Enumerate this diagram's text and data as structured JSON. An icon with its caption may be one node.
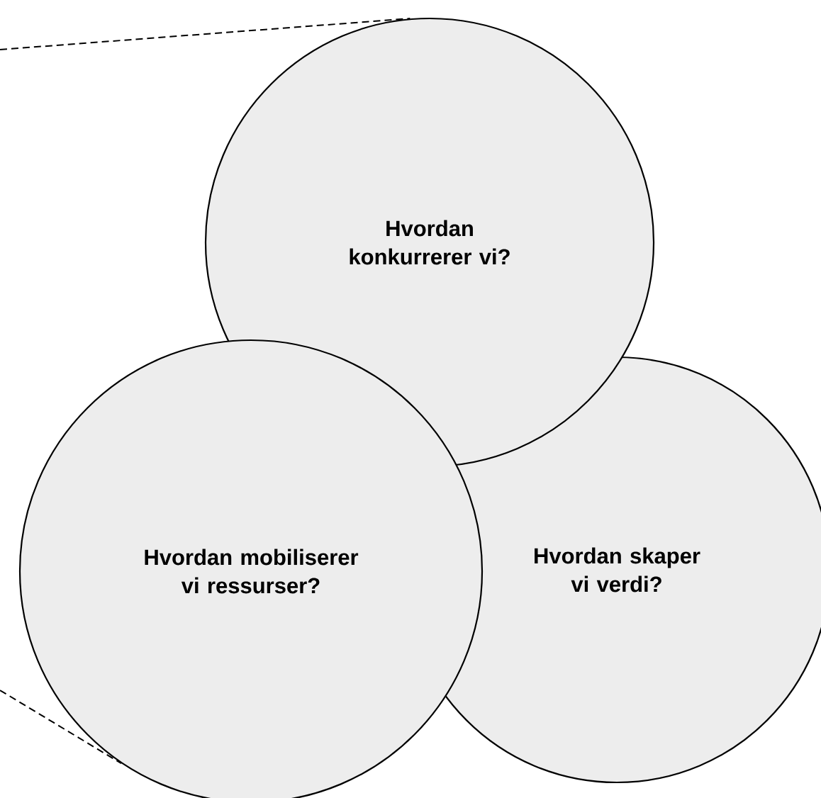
{
  "diagram": {
    "nodes": [
      {
        "text": [
          "Hvordan konkurrerer vi?"
        ]
      },
      {
        "text": [
          "Hvordan mobiliserer vi ressurser?"
        ]
      },
      {
        "text": [
          "Hvordan skaper vi verdi?"
        ]
      }
    ],
    "edges": [
      {
        "from": null,
        "to": 0,
        "arrow": "none",
        "style": "dashed"
      },
      {
        "from": null,
        "to": 1,
        "arrow": "none",
        "style": "dashed"
      }
    ]
  }
}
